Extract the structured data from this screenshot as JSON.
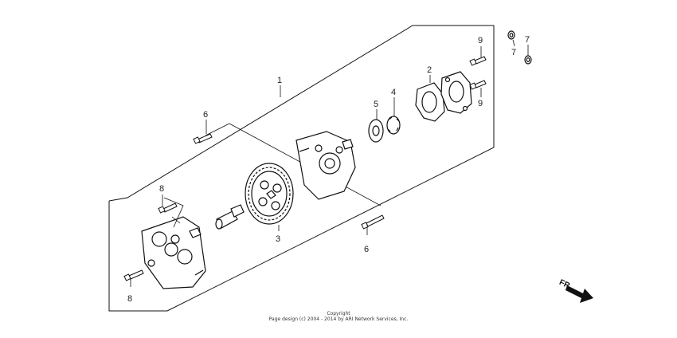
{
  "callouts": {
    "c1": "1",
    "c2": "2",
    "c3": "3",
    "c4": "4",
    "c5": "5",
    "c6a": "6",
    "c6b": "6",
    "c7a": "7",
    "c7b": "7",
    "c8a": "8",
    "c8b": "8",
    "c9a": "9",
    "c9b": "9"
  },
  "front_marker": "FR.",
  "copyright": {
    "line1": "Copyright",
    "line2": "Page design (c) 2004 - 2014 by ARI Network Services, Inc."
  }
}
